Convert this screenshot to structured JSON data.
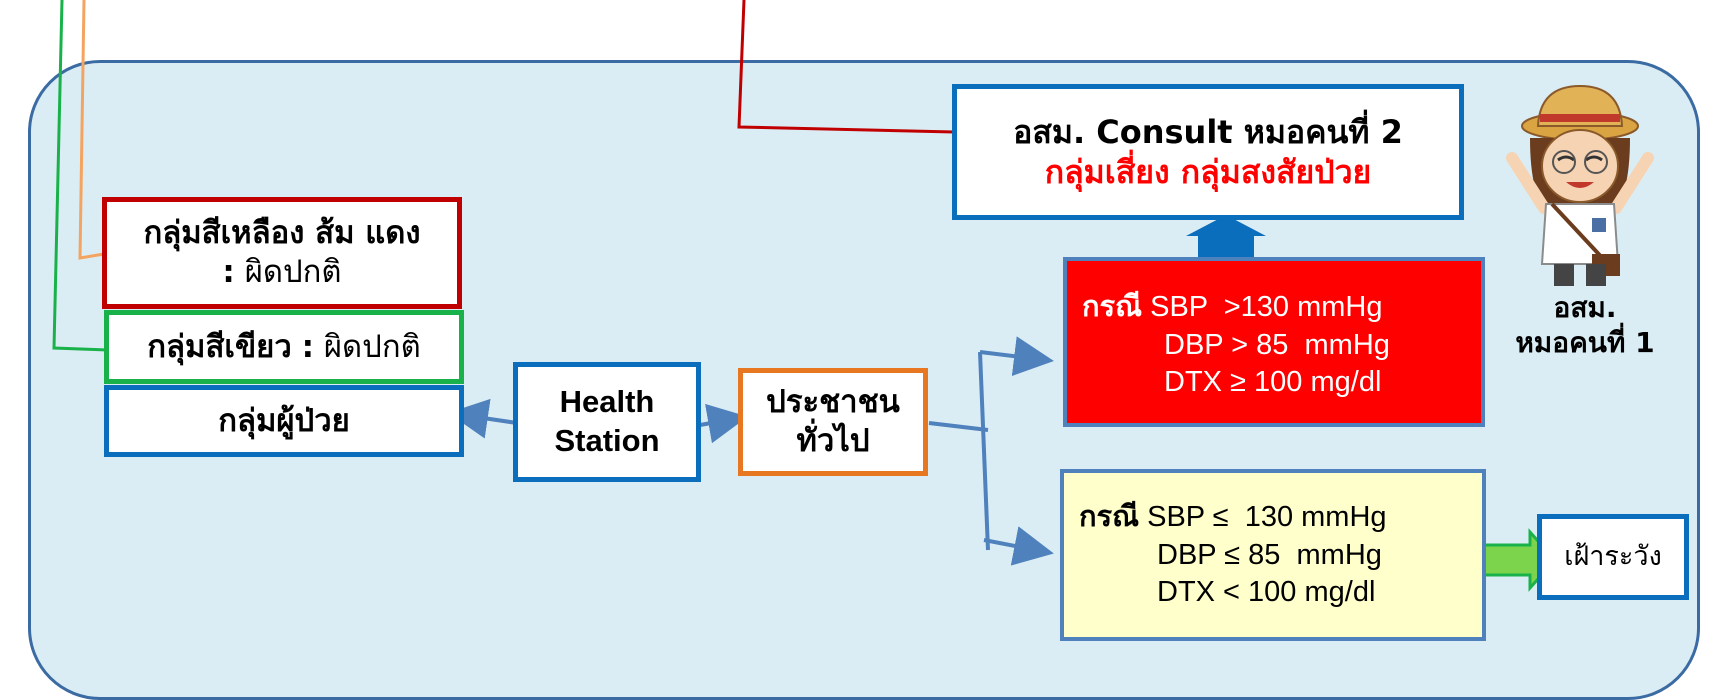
{
  "groups": {
    "yellow_orange_red": {
      "title": "กลุ่มสีเหลือง ส้ม แดง",
      "colon": ":",
      "status": "ผิดปกติ"
    },
    "green": {
      "title": "กลุ่มสีเขียว",
      "colon": ":",
      "status": "ผิดปกติ"
    },
    "patients": {
      "title": "กลุ่มผู้ป่วย"
    }
  },
  "health_station": {
    "line1": "Health",
    "line2": "Station"
  },
  "general_public": {
    "line1": "ประชาชน",
    "line2": "ทั่วไป"
  },
  "consult": {
    "line1": "อสม. Consult หมอคนที่ 2",
    "line2": "กลุ่มเสี่ยง กลุ่มสงสัยป่วย"
  },
  "case_high": {
    "prefix": "กรณี",
    "sbp": " SBP  >130 mmHg",
    "dbp": "DBP > 85  mmHg",
    "dtx": "DTX ≥ 100 mg/dl"
  },
  "case_normal": {
    "prefix": "กรณี",
    "sbp": " SBP ≤  130 mmHg",
    "dbp": "DBP ≤ 85  mmHg",
    "dtx": "DTX < 100 mg/dl"
  },
  "surveillance": {
    "label": "เฝ้าระวัง"
  },
  "vhv_doctor1": {
    "line1": "อสม.",
    "line2": "หมอคนที่ 1"
  },
  "colors": {
    "panel": "#dbedf4",
    "panel_border": "#3b6ba3",
    "connector": "#4f81bd",
    "high_risk": "#ff0000",
    "normal": "#ffffcc",
    "arrow_up": "#0a6ebd",
    "arrow_right": "#7bd44c"
  }
}
